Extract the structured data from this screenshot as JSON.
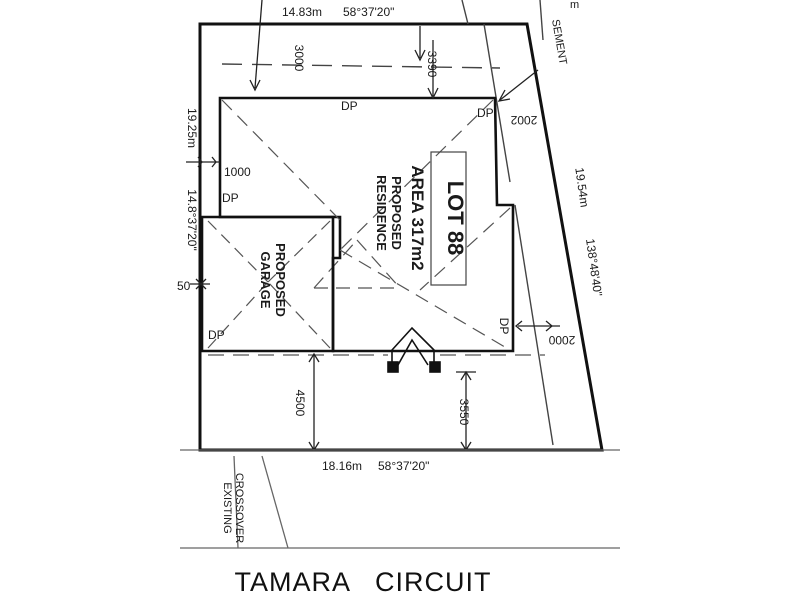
{
  "plan": {
    "lot_number": "LOT 88",
    "lot_area": "AREA 317m2",
    "residence_label_line1": "PROPOSED",
    "residence_label_line2": "RESIDENCE",
    "garage_label_line1": "PROPOSED",
    "garage_label_line2": "GARAGE",
    "street_name": "TAMARA   CIRCUIT",
    "crossover_label_line1": "EXISTING",
    "crossover_label_line2": "CROSSOVER",
    "easement_label": "SEMENT",
    "easement_prefix": "m",
    "boundaries": {
      "top_length": "14.83m",
      "top_bearing": "58°37'20\"",
      "bottom_length": "18.16m",
      "bottom_bearing": "58°37'20\"",
      "left_length": "19.25m",
      "left_bearing": "14.8°37'20\"",
      "right_length": "19.54m",
      "right_bearing": "138°48'40\""
    },
    "setbacks": {
      "front_left": "3000",
      "front_right": "3390",
      "side_left": "1000",
      "corner_right": "2002",
      "side_right": "2000",
      "rear_garage": "4500",
      "rear_house": "3550",
      "left_edge_partial": "50"
    },
    "downpipe_label": "DP"
  }
}
